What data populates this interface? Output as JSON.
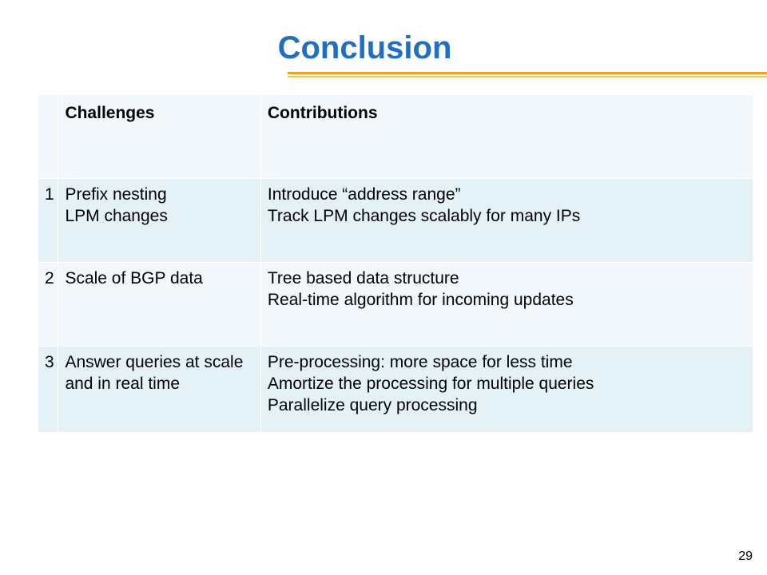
{
  "slide": {
    "title": "Conclusion",
    "page_number": "29"
  },
  "table": {
    "headers": {
      "number": "",
      "challenges": "Challenges",
      "contributions": "Contributions"
    },
    "rows": [
      {
        "number": "1",
        "challenges": [
          "Prefix nesting",
          "LPM changes"
        ],
        "contributions": [
          "Introduce “address range”",
          "Track LPM changes scalably for many IPs"
        ]
      },
      {
        "number": "2",
        "challenges": [
          "Scale of BGP data"
        ],
        "contributions": [
          "Tree based data structure",
          "Real-time algorithm for incoming updates"
        ]
      },
      {
        "number": "3",
        "challenges": [
          "Answer queries at scale and in real time"
        ],
        "contributions": [
          "Pre-processing: more space for less time",
          "Amortize the processing for multiple queries",
          "Parallelize query processing"
        ]
      }
    ]
  },
  "colors": {
    "title": "#1f6fc4",
    "accent_rule": "#f5a21a",
    "row_light": "#f1f7fa",
    "row_dark": "#e4f1f6"
  }
}
